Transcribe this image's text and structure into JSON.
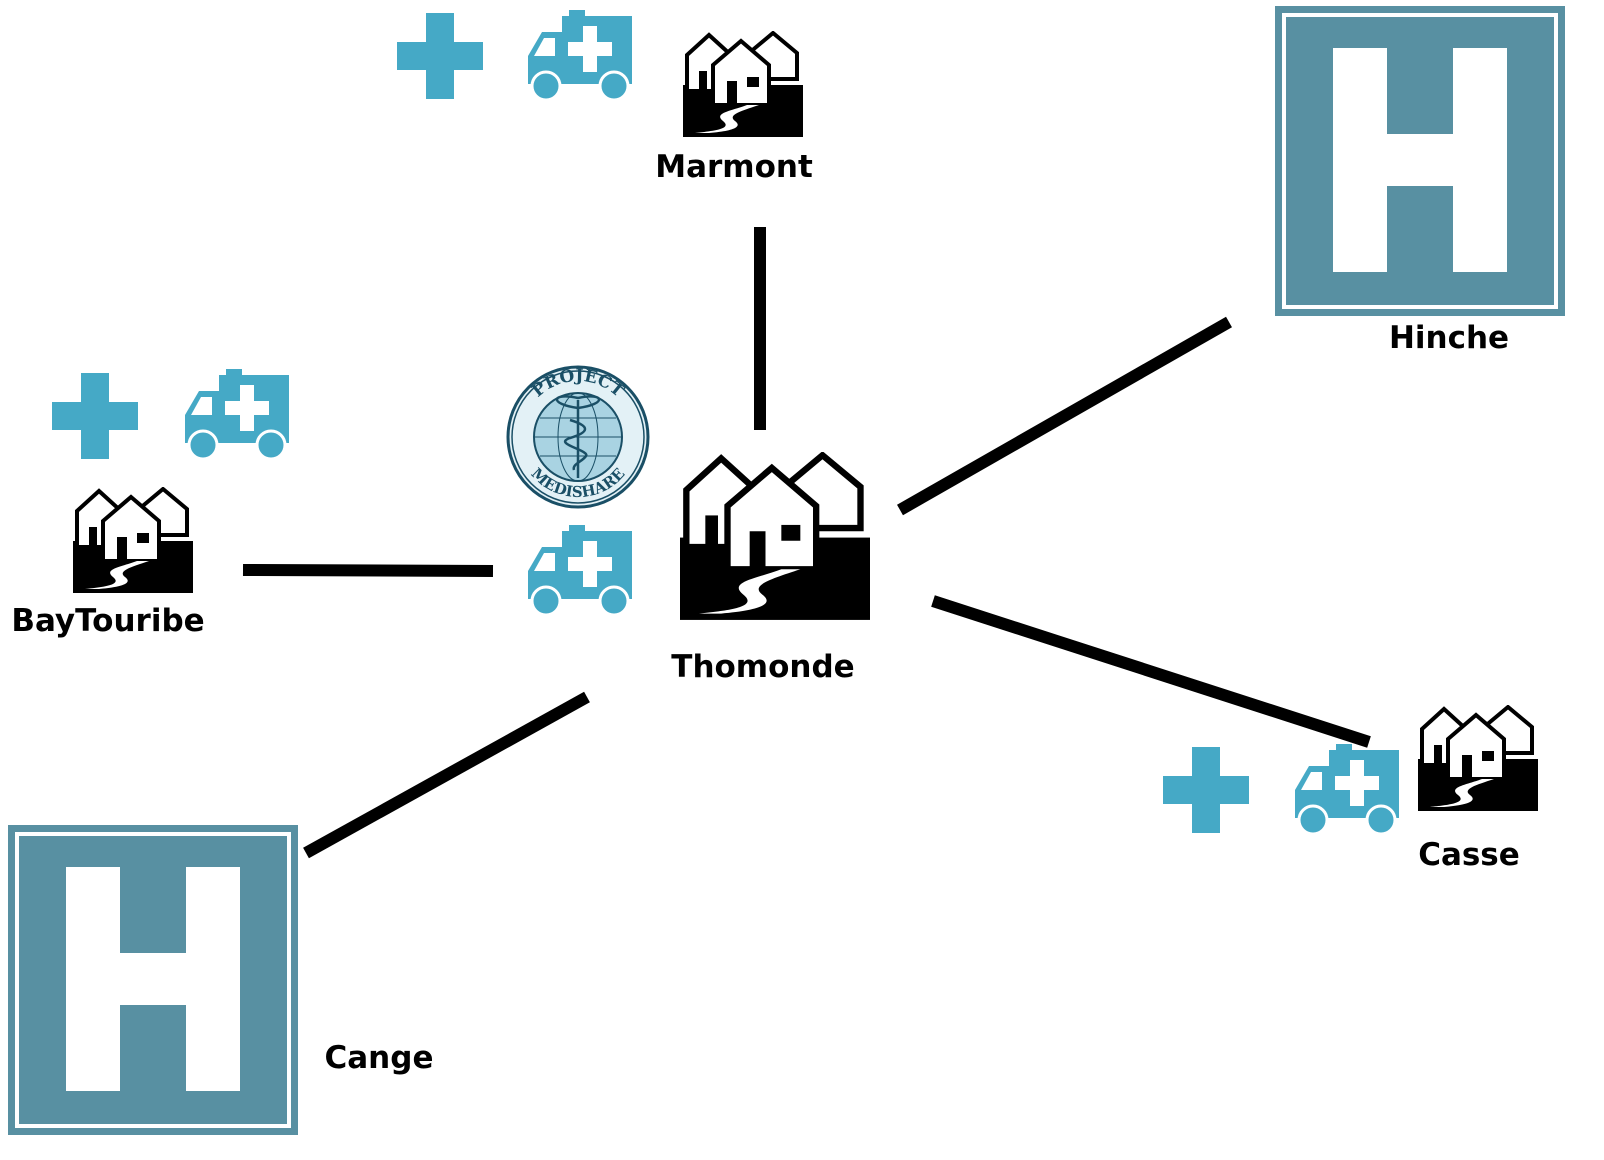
{
  "diagram": {
    "center": {
      "name": "Thomonde"
    },
    "logo": {
      "name": "Project Medishare",
      "text_top": "PROJECT",
      "text_bottom": "MEDISHARE"
    },
    "nodes": {
      "marmont": {
        "name": "Marmont",
        "icons": [
          "medical-cross-icon",
          "ambulance-icon",
          "village-icon"
        ]
      },
      "hinche": {
        "name": "Hinche",
        "icons": [
          "hospital-icon"
        ]
      },
      "baytouribe": {
        "name": "BayTouribe",
        "icons": [
          "medical-cross-icon",
          "ambulance-icon",
          "village-icon"
        ]
      },
      "casse": {
        "name": "Casse",
        "icons": [
          "medical-cross-icon",
          "ambulance-icon",
          "village-icon"
        ]
      },
      "cange": {
        "name": "Cange",
        "icons": [
          "hospital-icon"
        ]
      }
    },
    "center_icons": [
      "ambulance-icon",
      "village-icon"
    ],
    "connections": [
      {
        "from": "Thomonde",
        "to": "Marmont"
      },
      {
        "from": "Thomonde",
        "to": "Hinche"
      },
      {
        "from": "Thomonde",
        "to": "BayTouribe"
      },
      {
        "from": "Thomonde",
        "to": "Casse"
      },
      {
        "from": "Thomonde",
        "to": "Cange"
      }
    ],
    "colors": {
      "medical_blue": "#45a9c6",
      "hospital_teal": "#5890a2",
      "line": "#000000",
      "village": "#000000"
    }
  }
}
